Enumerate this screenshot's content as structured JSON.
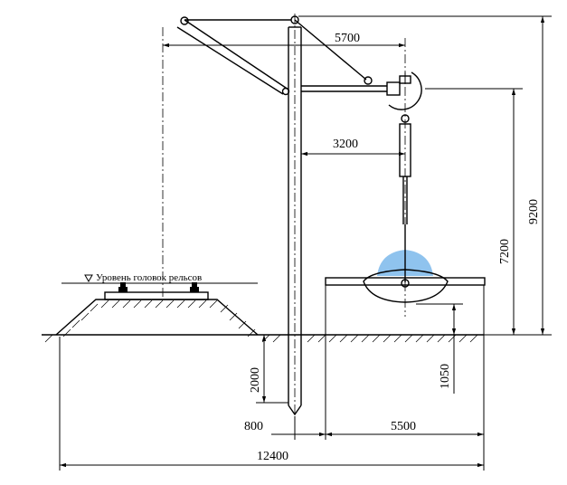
{
  "labels": {
    "rail_level": "Уровень головок рельсов"
  },
  "dimensions": {
    "reach_upper": "5700",
    "reach_lower": "3200",
    "height_total": "9200",
    "height_lamp": "7200",
    "lamp_above_ground": "1050",
    "pole_depth": "2000",
    "offset_pole": "800",
    "offset_lamp": "5500",
    "total_width": "12400"
  },
  "colors": {
    "light_cone": "#8fc3ee",
    "line": "#000000"
  }
}
